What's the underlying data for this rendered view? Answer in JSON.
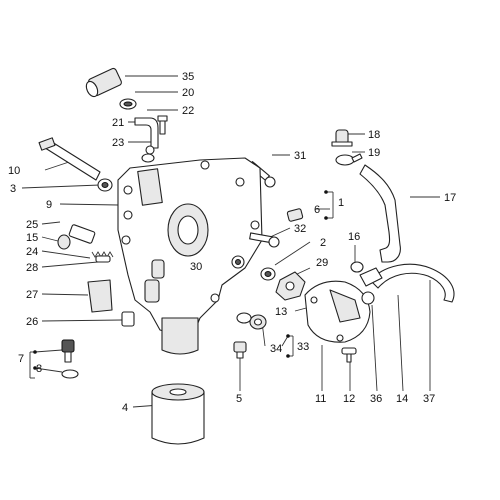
{
  "diagram": {
    "callouts": [
      "35",
      "20",
      "21",
      "22",
      "23",
      "18",
      "19",
      "31",
      "17",
      "10",
      "3",
      "1",
      "6",
      "9",
      "32",
      "2",
      "25",
      "15",
      "24",
      "30",
      "16",
      "28",
      "29",
      "27",
      "13",
      "26",
      "34",
      "33",
      "7",
      "8",
      "5",
      "11",
      "12",
      "36",
      "14",
      "37",
      "4"
    ]
  }
}
